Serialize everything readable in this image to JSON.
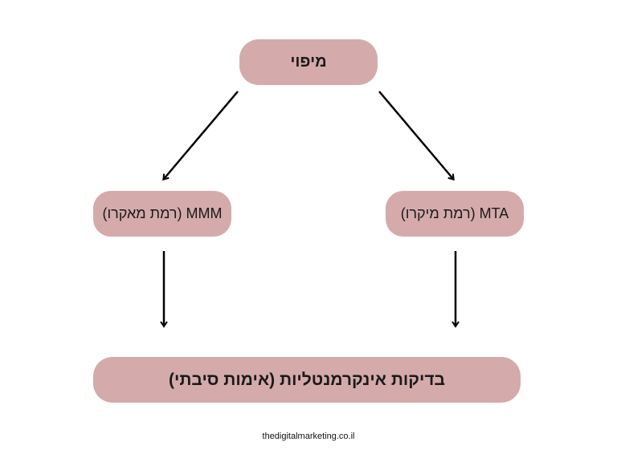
{
  "diagram": {
    "top_node": {
      "label": "מיפוי"
    },
    "left_node": {
      "label": "MMM (רמת מאקרו)"
    },
    "right_node": {
      "label": "MTA (רמת מיקרו)"
    },
    "bottom_node": {
      "label": "בדיקות אינקרמנטליות (אימות סיבתי)"
    },
    "arrow_color": "#000000",
    "node_color": "#d5aaab"
  },
  "footer": {
    "text": "thedigitalmarketing.co.il"
  }
}
